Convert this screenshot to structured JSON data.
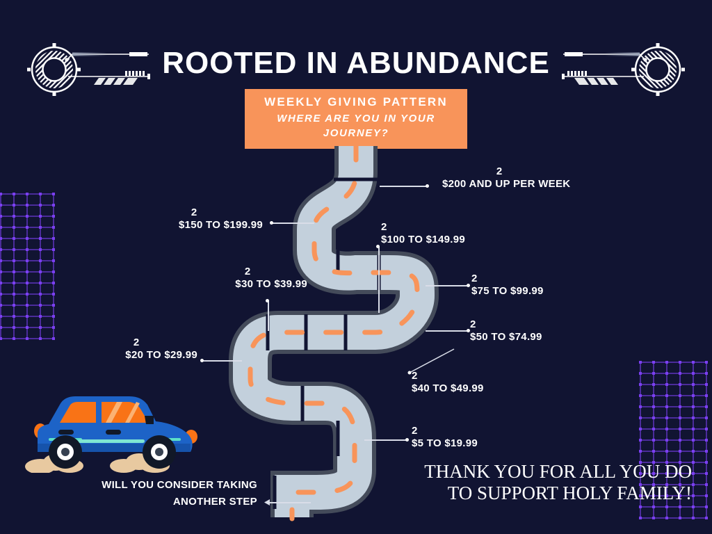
{
  "page": {
    "background_color": "#111432",
    "accent_color": "#f8945a",
    "road_color": "#c3d0dc",
    "road_border_color": "#444b5a",
    "grid_color": "#7b3ff2"
  },
  "header": {
    "title": "ROOTED IN ABUNDANCE",
    "badge": {
      "line1": "WEEKLY GIVING PATTERN",
      "line2": "WHERE ARE YOU IN YOUR JOURNEY?"
    }
  },
  "stops": [
    {
      "count": "2",
      "label": "$200 AND UP PER WEEK"
    },
    {
      "count": "2",
      "label": "$150 TO $199.99"
    },
    {
      "count": "2",
      "label": "$100 TO $149.99"
    },
    {
      "count": "2",
      "label": "$30 TO $39.99"
    },
    {
      "count": "2",
      "label": "$75 TO $99.99"
    },
    {
      "count": "2",
      "label": "$50 TO $74.99"
    },
    {
      "count": "2",
      "label": "$20 TO $29.99"
    },
    {
      "count": "2",
      "label": "$40 TO $49.99"
    },
    {
      "count": "2",
      "label": "$5 TO $19.99"
    }
  ],
  "footer": {
    "consider": "WILL YOU CONSIDER TAKING ANOTHER STEP",
    "thanks": "THANK YOU FOR ALL YOU DO TO SUPPORT HOLY FAMILY!"
  },
  "illustration": {
    "car": {
      "body_color": "#1d63c7",
      "window_color": "#f97316",
      "wheel_color": "#111827",
      "dust_color": "#e8c9a0"
    }
  }
}
